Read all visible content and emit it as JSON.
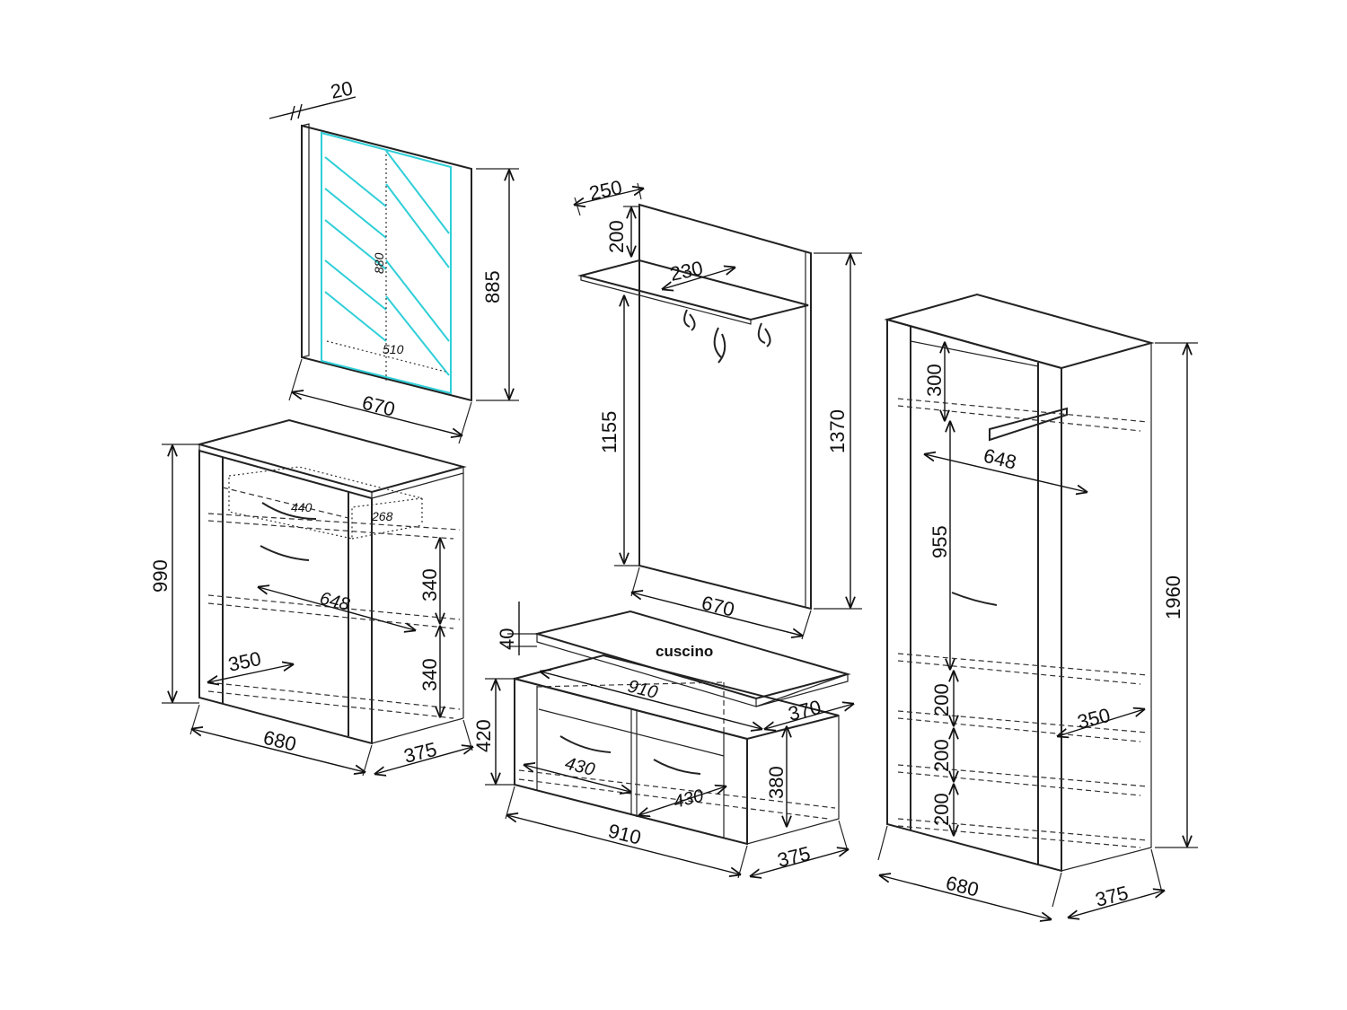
{
  "accent_colors": {
    "line": "#222222",
    "mirror_glass": "#2ecfd8",
    "background": "#ffffff"
  },
  "mirror": {
    "depth": "20",
    "height": "885",
    "width": "670",
    "glass_height": "880",
    "glass_width": "510"
  },
  "coat_rack": {
    "shelf_depth": "250",
    "top_offset": "200",
    "shelf_hook_spacing": "230",
    "hook_height": "1155",
    "height": "1370",
    "width": "670"
  },
  "shoe_cabinet": {
    "height": "990",
    "drawer_width": "440",
    "drawer_depth": "268",
    "inner_width": "648",
    "shelf_gap_1": "340",
    "shelf_gap_2": "340",
    "shelf_depth": "350",
    "width": "680",
    "depth": "375"
  },
  "bench": {
    "cushion_thickness": "40",
    "cushion_label": "cuscino",
    "cushion_width": "910",
    "cushion_depth": "370",
    "height": "420",
    "drawer_left_width": "430",
    "drawer_right_width": "430",
    "drawer_height": "380",
    "width": "910",
    "depth": "375"
  },
  "wardrobe": {
    "top_gap": "300",
    "rod_width": "648",
    "middle_gap": "955",
    "shelf_gap_1": "200",
    "shelf_gap_2": "200",
    "shelf_gap_3": "200",
    "shelf_depth": "350",
    "height": "1960",
    "width": "680",
    "depth": "375"
  }
}
